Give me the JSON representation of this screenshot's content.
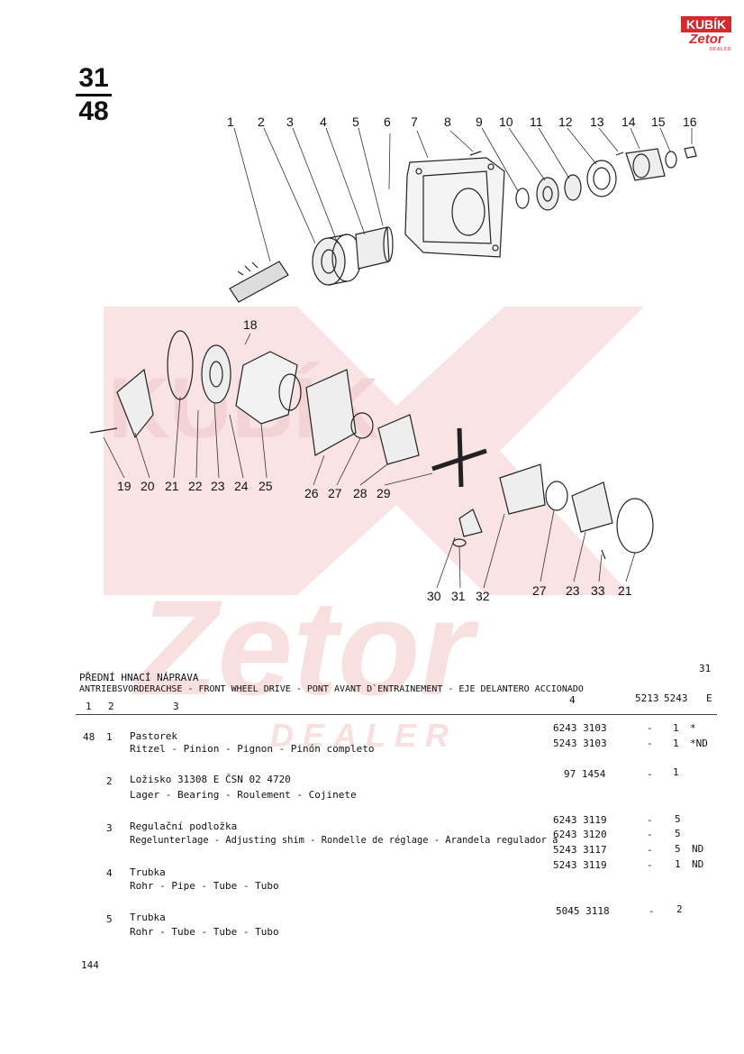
{
  "page_ref": {
    "top": "31",
    "bottom": "48"
  },
  "logo": {
    "brand": "KUBÍK",
    "sub": "Zetor",
    "tag": "DEALER"
  },
  "callouts_upper": [
    "1",
    "2",
    "3",
    "4",
    "5",
    "6",
    "7",
    "8",
    "9",
    "10",
    "11",
    "12",
    "13",
    "14",
    "15",
    "16"
  ],
  "callouts_lower_left": [
    "18",
    "19",
    "20",
    "21",
    "22",
    "23",
    "24",
    "25",
    "26",
    "27",
    "28",
    "29"
  ],
  "callouts_lower_right": [
    "30",
    "31",
    "32",
    "27",
    "23",
    "33",
    "21"
  ],
  "header": {
    "cz": "PŘEDNÍ HNACÍ NÁPRAVA",
    "multi": "ANTRIEBSVORDERACHSE - FRONT WHEEL DRIVE - PONT AVANT D`ENTRAINEMENT - EJE DELANTERO ACCIONADO",
    "page_right": "31",
    "col1": "1",
    "col2": "2",
    "col3": "3",
    "col4": "4",
    "col_5213": "5213",
    "col_5243": "5243",
    "col_e": "E"
  },
  "rows": [
    {
      "fig": "48",
      "pos": "1",
      "cz": "Pastorek",
      "desc": "Ritzel - Pinion - Pignon - Pinón completo",
      "parts": [
        {
          "no": "6243 3103",
          "a": "-",
          "b": "1",
          "note": "*"
        },
        {
          "no": "5243 3103",
          "a": "-",
          "b": "1",
          "note": "*ND"
        }
      ]
    },
    {
      "fig": "",
      "pos": "2",
      "cz": "Ložisko 31308 E ČSN 02 4720",
      "desc": "Lager - Bearing - Roulement - Cojinete",
      "parts": [
        {
          "no": "97 1454",
          "a": "-",
          "b": "1",
          "note": ""
        }
      ]
    },
    {
      "fig": "",
      "pos": "3",
      "cz": "Regulační podložka",
      "desc": "Regelunterlage - Adjusting shim - Rondelle de réglage - Arandela regulador a",
      "parts": [
        {
          "no": "6243 3119",
          "a": "-",
          "b": "5",
          "note": ""
        },
        {
          "no": "6243 3120",
          "a": "-",
          "b": "5",
          "note": ""
        },
        {
          "no": "5243 3117",
          "a": "-",
          "b": "5",
          "note": "ND"
        },
        {
          "no": "5243 3119",
          "a": "-",
          "b": "1",
          "note": "ND"
        }
      ]
    },
    {
      "fig": "",
      "pos": "4",
      "cz": "Trubka",
      "desc": "Rohr - Pipe - Tube - Tubo",
      "parts": []
    },
    {
      "fig": "",
      "pos": "5",
      "cz": "Trubka",
      "desc": "Rohr - Tube - Tube - Tubo",
      "parts": [
        {
          "no": "5045 3118",
          "a": "-",
          "b": "2",
          "note": ""
        }
      ]
    }
  ],
  "footer_page": "144",
  "colors": {
    "accent": "#d8282c",
    "watermark": "#f6d9da"
  }
}
